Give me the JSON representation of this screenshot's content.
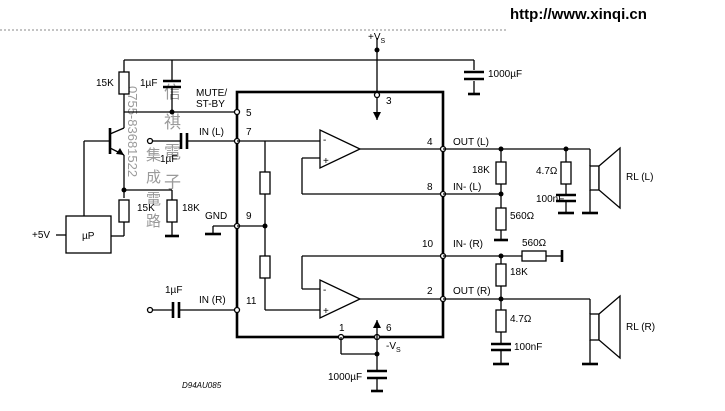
{
  "header": {
    "url": "http://www.xinqi.cn"
  },
  "watermark": {
    "chars": [
      "信",
      "祺",
      "電",
      "子"
    ],
    "chars2": [
      "集",
      "成",
      "電",
      "路"
    ],
    "phone": "0755-83681522"
  },
  "supply": {
    "positive": "+V",
    "positive_sub": "S",
    "negative": "-V",
    "negative_sub": "S"
  },
  "pins": {
    "p1": "1",
    "p2": "2",
    "p3": "3",
    "p4": "4",
    "p5": "5",
    "p6": "6",
    "p7": "7",
    "p8": "8",
    "p9": "9",
    "p10": "10",
    "p11": "11"
  },
  "ic_labels": {
    "mute": "MUTE/",
    "stby": "ST-BY",
    "in_l": "IN (L)",
    "in_r": "IN (R)",
    "gnd": "GND",
    "out_l": "OUT (L)",
    "out_r": "OUT (R)",
    "in_minus_l": "IN- (L)",
    "in_minus_r": "IN- (R)"
  },
  "op_signs": {
    "minus": "-",
    "plus": "+"
  },
  "components": {
    "r_15k_top": "15K",
    "c_1uf_mute": "1µF",
    "c_1uf_in_l": "1µF",
    "r_15k_bottom": "15K",
    "r_18k_left": "18K",
    "supply_5v": "+5V",
    "micro": "µP",
    "c_1000uf_top": "1000µF",
    "r_18k_l": "18K",
    "r_560_l": "560Ω",
    "r_47_l": "4.7Ω",
    "c_100nf_l": "100nF",
    "rl_l": "RL (L)",
    "r_560_r": "560Ω",
    "r_18k_r": "18K",
    "r_47_r": "4.7Ω",
    "c_100nf_r": "100nF",
    "rl_r": "RL (R)",
    "c_1uf_in_r": "1µF",
    "c_1000uf_bottom": "1000µF"
  },
  "drawing_code": "D94AU085"
}
